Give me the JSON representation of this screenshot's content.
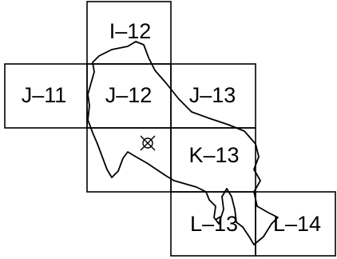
{
  "map": {
    "sheets": [
      {
        "id": "I-12",
        "label": "I–12"
      },
      {
        "id": "J-11",
        "label": "J–11"
      },
      {
        "id": "J-12",
        "label": "J–12"
      },
      {
        "id": "J-13",
        "label": "J–13"
      },
      {
        "id": "K-13",
        "label": "K–13"
      },
      {
        "id": "L-13",
        "label": "L–13"
      },
      {
        "id": "L-14",
        "label": "L–14"
      }
    ],
    "marker_icon": "circle-x-icon"
  }
}
